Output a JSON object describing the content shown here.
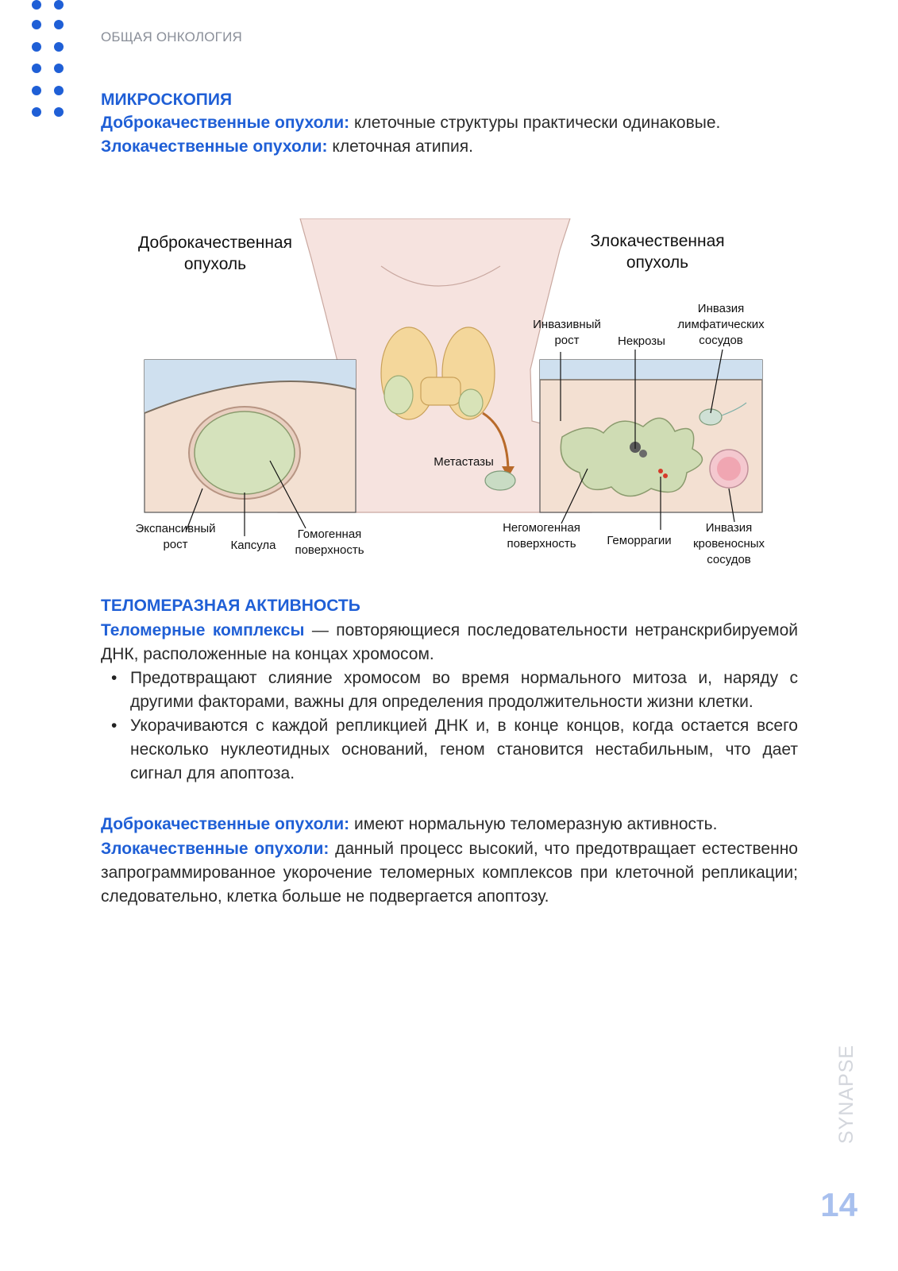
{
  "header": {
    "section_title": "ОБЩАЯ ОНКОЛОГИЯ"
  },
  "microscopy": {
    "heading": "МИКРОСКОПИЯ",
    "benign_lead": "Доброкачественные опухоли:",
    "benign_text": "клеточные структуры практически одинаковые.",
    "malignant_lead": "Злокачественные опухоли:",
    "malignant_text": "клеточная атипия."
  },
  "figure": {
    "benign_title_1": "Доброкачественная",
    "benign_title_2": "опухоль",
    "malignant_title_1": "Злокачественная",
    "malignant_title_2": "опухоль",
    "labels": {
      "expansive_1": "Экспансивный",
      "expansive_2": "рост",
      "capsule": "Капсула",
      "homogeneous_1": "Гомогенная",
      "homogeneous_2": "поверхность",
      "metastases": "Метастазы",
      "invasive_1": "Инвазивный",
      "invasive_2": "рост",
      "necrosis": "Некрозы",
      "lymph_1": "Инвазия",
      "lymph_2": "лимфатических",
      "lymph_3": "сосудов",
      "inhomogeneous_1": "Негомогенная",
      "inhomogeneous_2": "поверхность",
      "hemorrhage": "Геморрагии",
      "blood_1": "Инвазия",
      "blood_2": "кровеносных",
      "blood_3": "сосудов"
    }
  },
  "telomerase": {
    "heading": "ТЕЛОМЕРАЗНАЯ АКТИВНОСТЬ",
    "def_lead": "Теломерные комплексы",
    "def_text": "— повторяющиеся последовательности нетранскрибируемой ДНК, расположенные на концах хромосом.",
    "bullets": [
      "Предотвращают слияние хромосом во время нормального митоза и, наряду с другими факторами, важны для определения продолжительности жизни клетки.",
      "Укорачиваются с каждой репликцией ДНК и, в конце концов, когда остается всего несколько нуклеотидных оснований, геном становится нестабильным, что дает сигнал для апоптоза."
    ],
    "benign_lead": "Доброкачественные опухоли:",
    "benign_text": "имеют нормальную теломеразную активность.",
    "malignant_lead": "Злокачественные опухоли:",
    "malignant_text": "данный процесс высокий, что предотвращает естественно запрограммированное укорочение теломерных комплексов при клеточной репликации; следовательно, клетка больше не подвергается апоптозу."
  },
  "footer": {
    "brand": "SYNAPSE",
    "page_number": "14"
  },
  "colors": {
    "accent": "#1f5fd6",
    "page_number": "#a8c0ee",
    "brand": "#d3d6dc"
  }
}
